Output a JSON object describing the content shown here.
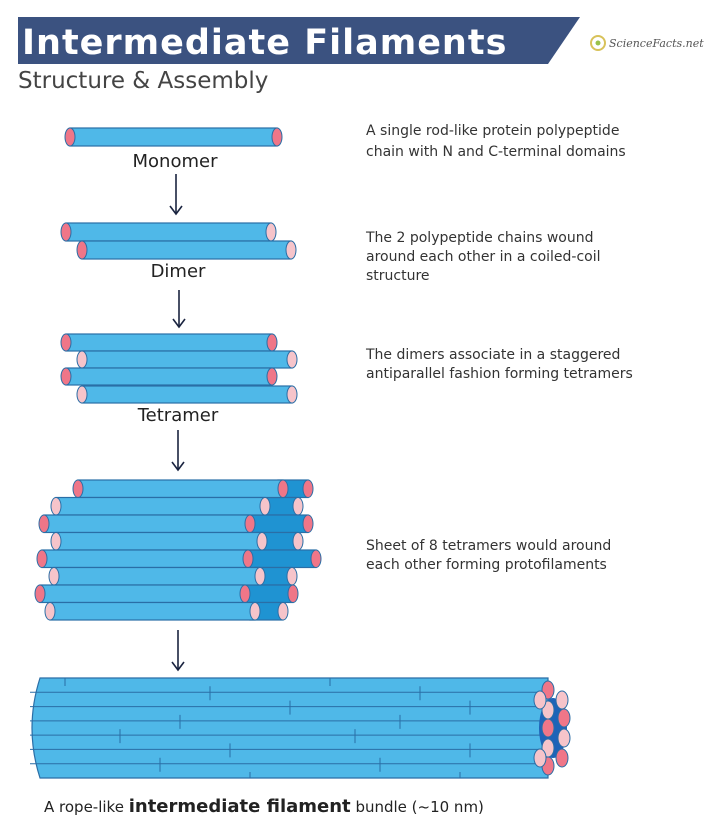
{
  "header": {
    "title": "Intermediate Filaments",
    "subtitle": "Structure & Assembly",
    "logo": "ScienceFacts.net"
  },
  "stages": [
    {
      "label": "Monomer",
      "description": [
        "A single rod-like protein polypeptide",
        "chain with N and C-terminal domains"
      ]
    },
    {
      "label": "Dimer",
      "description": [
        "The 2 polypeptide chains wound",
        "around each other in a coiled-coil",
        "structure"
      ]
    },
    {
      "label": "Tetramer",
      "description": [
        "The dimers associate in a staggered",
        "antiparallel fashion forming tetramers"
      ]
    },
    {
      "label": "",
      "description": [
        "Sheet of 8 tetramers would around",
        "each other forming protofilaments"
      ]
    }
  ],
  "caption": {
    "prefix": "A rope-like ",
    "bold": "intermediate filament",
    "suffix": " bundle (~10 nm)"
  },
  "colors": {
    "banner": "#3b5280",
    "rod": "#4fb8e8",
    "rod_outline": "#2a6ea6",
    "rod_back": "#1f93d2",
    "end_dark": "#ef7688",
    "end_light": "#f6c4ca"
  }
}
